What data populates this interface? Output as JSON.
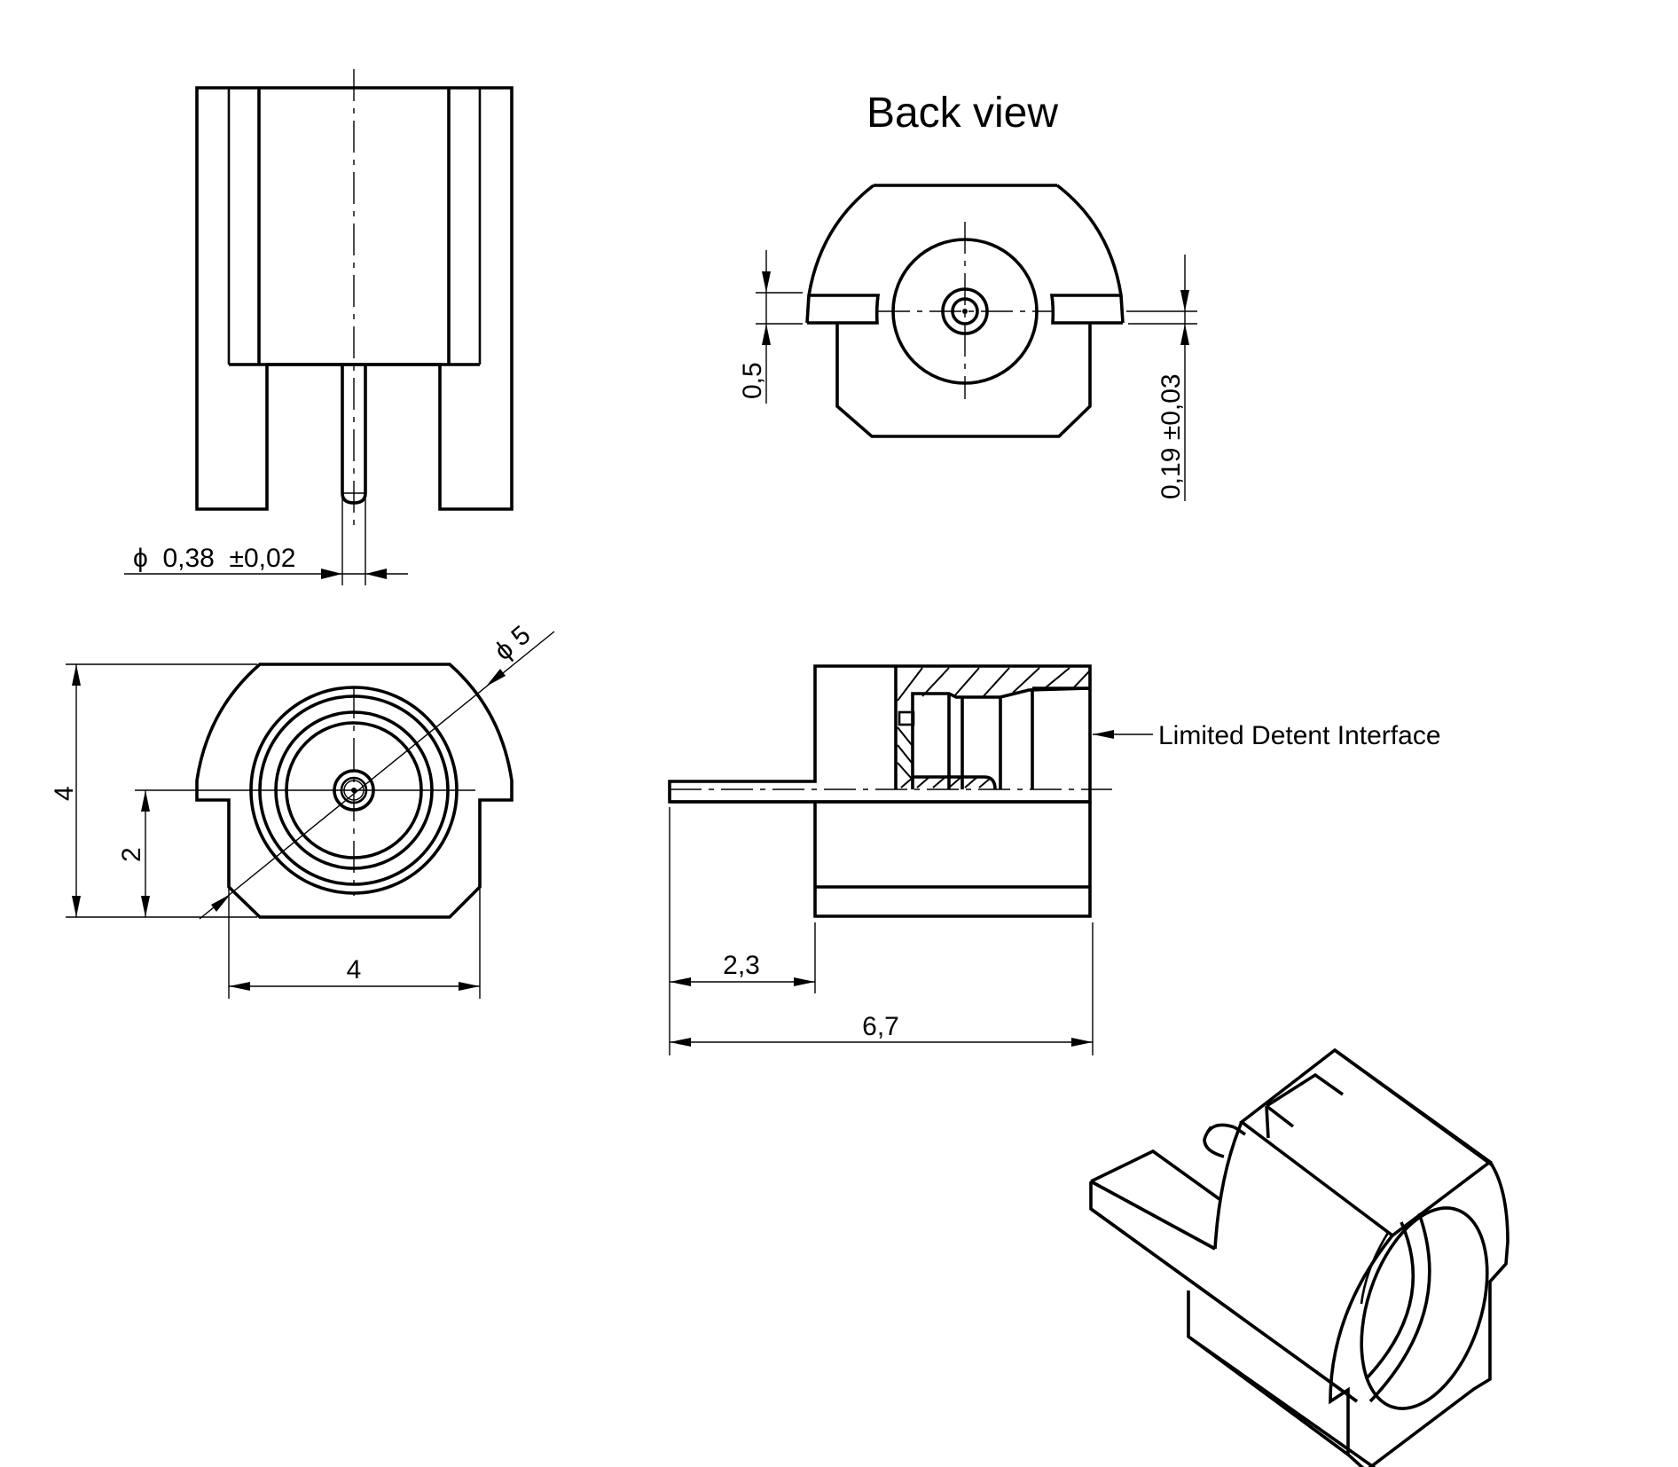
{
  "drawing": {
    "title": "Back view",
    "callout": "Limited Detent Interface",
    "colors": {
      "line": "#000000",
      "background": "#ffffff"
    }
  },
  "views": {
    "top_view": {
      "pin_diameter_label": "ϕ  0,38  ±0,02"
    },
    "back_view": {
      "slot_height_label": "0,5",
      "slot_offset_label": "0,19 ±0,03"
    },
    "front_view": {
      "height_label": "4",
      "center_height_label": "2",
      "width_label": "4",
      "diameter_label": "ϕ 5"
    },
    "section_view": {
      "flange_length_label": "2,3",
      "total_length_label": "6,7"
    },
    "isometric_view": {}
  }
}
